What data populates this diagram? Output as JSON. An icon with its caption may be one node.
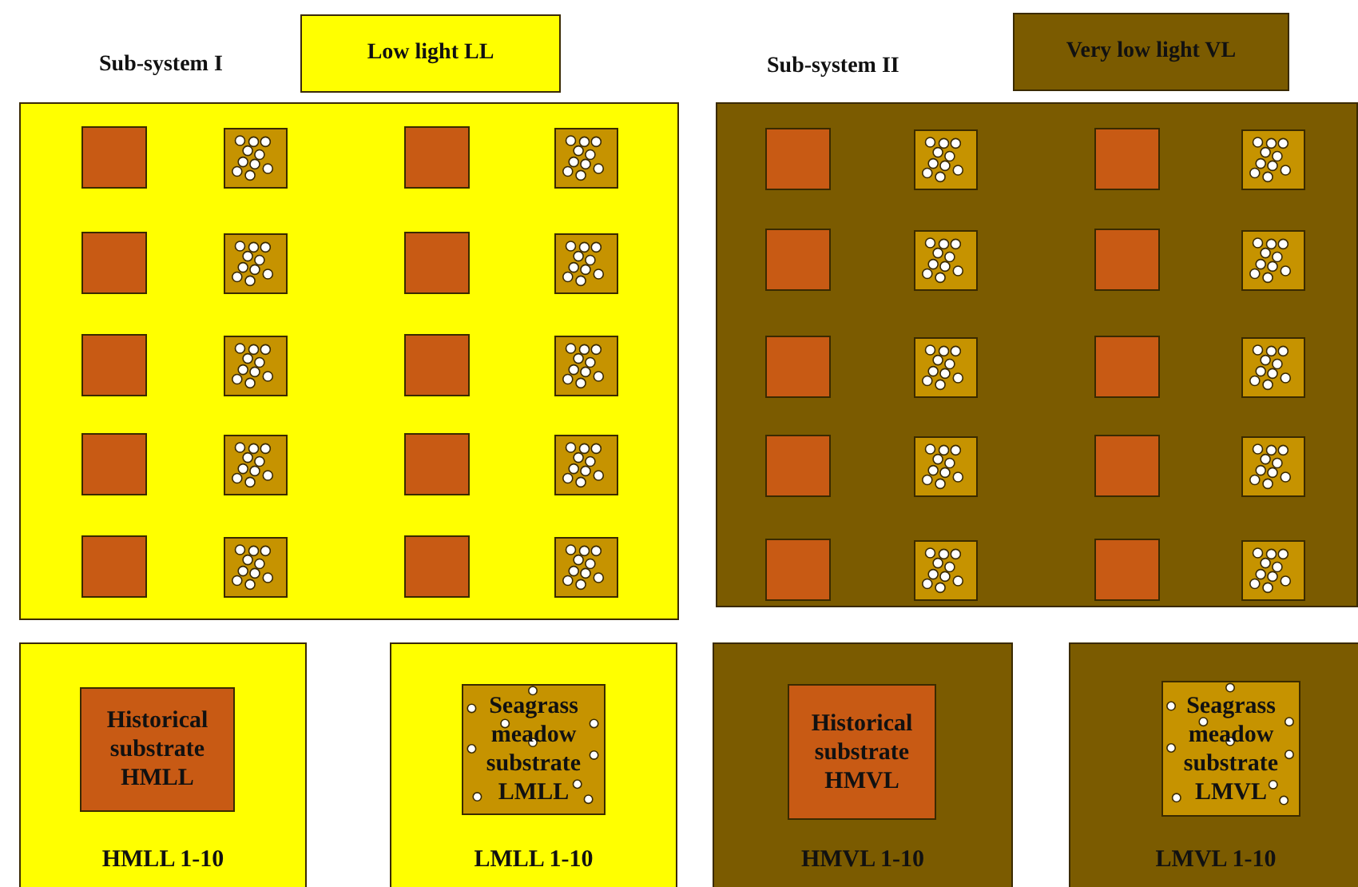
{
  "diagram": {
    "nodes": [
      {
        "text": [
          "Low light LL"
        ]
      },
      {
        "text": [
          "Very low light VL"
        ]
      },
      {
        "text": [],
        "shape": "box"
      },
      {
        "text": [],
        "shape": "box",
        "in": 2
      },
      {
        "text": [],
        "shape": "box",
        "in": 2
      },
      {
        "text": [],
        "shape": "box",
        "in": 2
      },
      {
        "text": [],
        "shape": "box",
        "in": 2
      },
      {
        "text": [],
        "shape": "box",
        "in": 2
      },
      {
        "text": [],
        "shape": "box",
        "in": 2
      },
      {
        "text": [],
        "shape": "box",
        "in": 2
      },
      {
        "text": [],
        "shape": "box",
        "in": 2
      },
      {
        "text": [],
        "shape": "box",
        "in": 2
      },
      {
        "text": [],
        "shape": "box",
        "in": 2
      },
      {
        "text": [],
        "shape": "box",
        "in": 2
      },
      {
        "text": [],
        "shape": "box",
        "in": 2
      },
      {
        "text": [],
        "shape": "box",
        "in": 2
      },
      {
        "text": [],
        "shape": "box",
        "in": 2
      },
      {
        "text": [],
        "shape": "box",
        "in": 2
      },
      {
        "text": [],
        "shape": "box",
        "in": 2
      },
      {
        "text": [],
        "shape": "box",
        "in": 2
      },
      {
        "text": [],
        "shape": "box",
        "in": 2
      },
      {
        "text": [],
        "shape": "box",
        "in": 2
      },
      {
        "text": [],
        "shape": "box",
        "in": 2
      },
      {
        "text": [],
        "shape": "box"
      },
      {
        "text": [],
        "shape": "box",
        "in": 23
      },
      {
        "text": [],
        "shape": "box",
        "in": 23
      },
      {
        "text": [],
        "shape": "box",
        "in": 23
      },
      {
        "text": [],
        "shape": "box",
        "in": 23
      },
      {
        "text": [],
        "shape": "box",
        "in": 23
      },
      {
        "text": [],
        "shape": "box",
        "in": 23
      },
      {
        "text": [],
        "shape": "box",
        "in": 23
      },
      {
        "text": [],
        "shape": "box",
        "in": 23
      },
      {
        "text": [],
        "shape": "box",
        "in": 23
      },
      {
        "text": [],
        "shape": "box",
        "in": 23
      },
      {
        "text": [],
        "shape": "box",
        "in": 23
      },
      {
        "text": [],
        "shape": "box",
        "in": 23
      },
      {
        "text": [],
        "shape": "box",
        "in": 23
      },
      {
        "text": [],
        "shape": "box",
        "in": 23
      },
      {
        "text": [],
        "shape": "box",
        "in": 23
      },
      {
        "text": [],
        "shape": "box",
        "in": 23
      },
      {
        "text": [],
        "shape": "box",
        "in": 23
      },
      {
        "text": [],
        "shape": "box",
        "in": 23
      },
      {
        "text": [],
        "shape": "box",
        "in": 23
      },
      {
        "text": [],
        "shape": "box",
        "in": 23
      },
      {
        "text": [
          "HMLL 1-10"
        ]
      },
      {
        "text": [
          "Historical substrate HMLL"
        ],
        "in": 44
      },
      {
        "text": [
          "LMLL 1-10"
        ]
      },
      {
        "text": [
          "Seagrass meadow substrate LMLL"
        ],
        "in": 46
      },
      {
        "text": [
          "HMVL 1-10"
        ]
      },
      {
        "text": [
          "Historical substrate HMVL"
        ],
        "in": 48
      },
      {
        "text": [
          "LMVL 1-10"
        ]
      },
      {
        "text": [
          "Seagrass meadow substrate LMVL"
        ],
        "in": 50
      }
    ],
    "labels": [
      "Sub-system I",
      "Sub-system II"
    ]
  }
}
